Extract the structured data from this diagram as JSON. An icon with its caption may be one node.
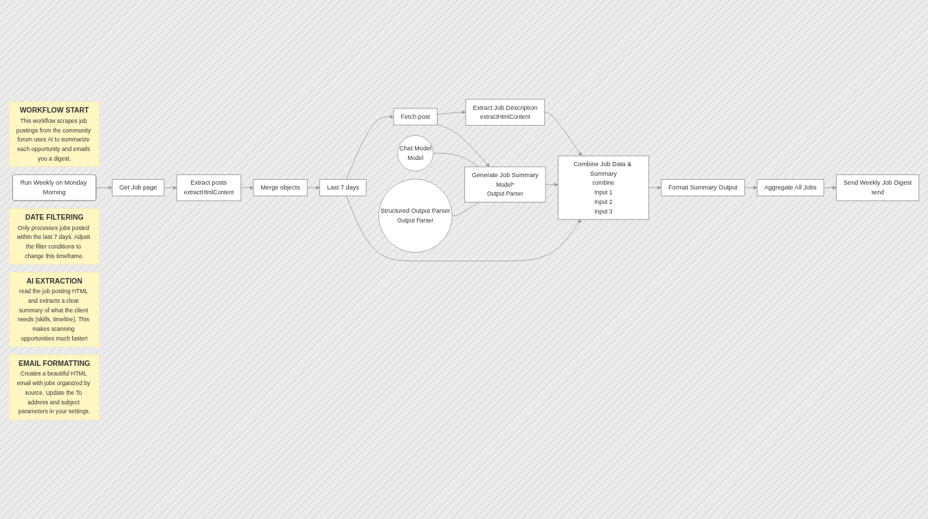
{
  "diagram": {
    "nodes": [
      {
        "text": [
          "WORKFLOW START",
          "This workflow scrapes job postings from the community forum uses AI to summarize each opportunity and emails you a digest."
        ]
      },
      {
        "text": [
          "Run Weekly on Monday Morning"
        ]
      },
      {
        "text": [
          "Get Job page"
        ]
      },
      {
        "text": [
          "Extract posts",
          "extractHtmlContent"
        ]
      },
      {
        "text": [
          "Merge objects"
        ]
      },
      {
        "text": [
          "DATE FILTERING",
          "Only processes jobs posted within the last 7 days. Adjust the filter conditions to change this timeframe."
        ]
      },
      {
        "text": [
          "Last 7 days"
        ]
      },
      {
        "text": [
          "Fetch post"
        ]
      },
      {
        "text": [
          "Extract Job Description",
          "extractHtmlContent"
        ]
      },
      {
        "text": [
          "Generate Job Summary",
          "Model*",
          "Output Parser"
        ]
      },
      {
        "text": [
          "Chat Model",
          "Model"
        ]
      },
      {
        "text": [
          "Structured Output Parser",
          "Output Parser"
        ]
      },
      {
        "text": [
          "AI EXTRACTION",
          "read the job posting HTML and extracts a clear summary of what the client needs (skills, timeline). This makes scanning opportunities much faster!"
        ]
      },
      {
        "text": [
          "Combine Job Data & Summary",
          "combine",
          "Input 1",
          "Input 2",
          "Input 3"
        ]
      },
      {
        "text": [
          "Format Summary Output"
        ]
      },
      {
        "text": [
          "Aggregate All Jobs"
        ]
      },
      {
        "text": [
          "EMAIL FORMATTING",
          "Creates a beautiful HTML email with jobs organized by source. Update the To address and subject parameters in your settings."
        ]
      },
      {
        "text": [
          "Send Weekly Job Digest",
          "send"
        ]
      }
    ],
    "edges": [
      {
        "from": 1,
        "to": 2,
        "arrow": "to"
      },
      {
        "from": 2,
        "to": 3,
        "arrow": "to"
      },
      {
        "from": 3,
        "to": 4,
        "arrow": "to"
      },
      {
        "from": 4,
        "to": 6,
        "arrow": "to"
      },
      {
        "from": 6,
        "to": 7,
        "arrow": "to"
      },
      {
        "from": 7,
        "to": 8,
        "arrow": "to"
      },
      {
        "from": 7,
        "to": 9,
        "arrow": "to"
      },
      {
        "from": 10,
        "to": 9,
        "arrow": "none"
      },
      {
        "from": 11,
        "to": 9,
        "arrow": "none"
      },
      {
        "from": 8,
        "to": 13,
        "arrow": "to"
      },
      {
        "from": 9,
        "to": 13,
        "arrow": "to"
      },
      {
        "from": 6,
        "to": 13,
        "arrow": "to"
      },
      {
        "from": 13,
        "to": 14,
        "arrow": "to"
      },
      {
        "from": 14,
        "to": 15,
        "arrow": "to"
      },
      {
        "from": 15,
        "to": 17,
        "arrow": "to"
      }
    ]
  }
}
